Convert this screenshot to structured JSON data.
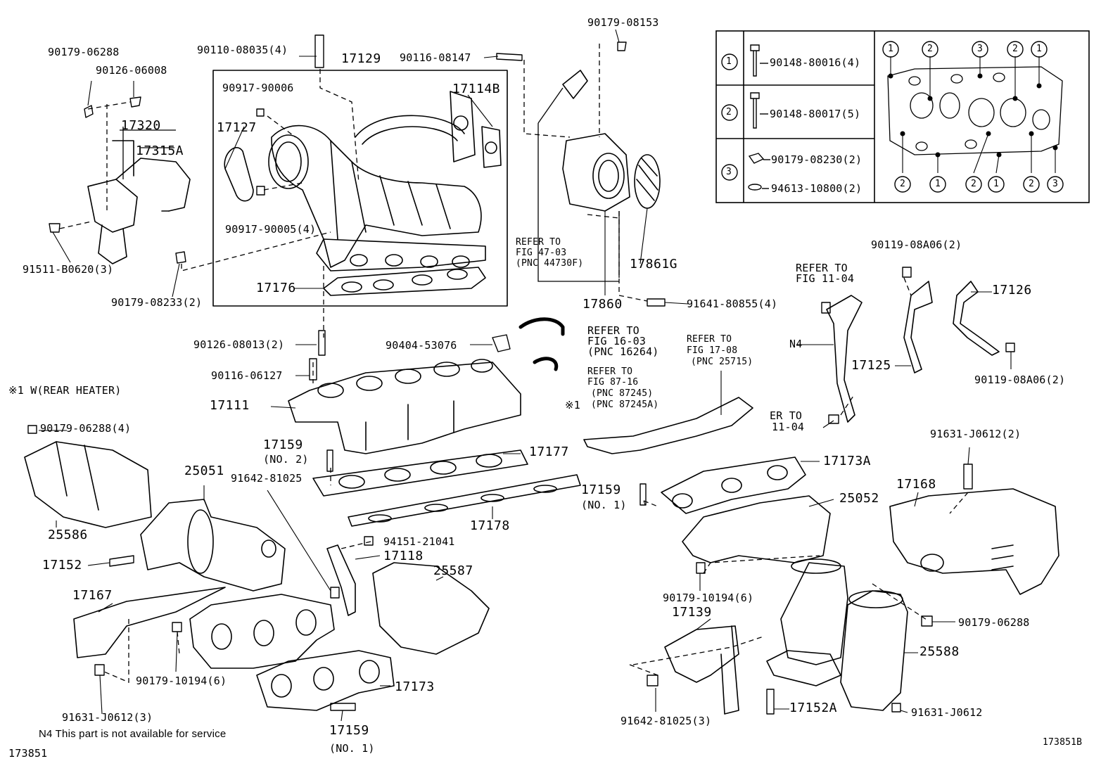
{
  "labels": {
    "p90179_06288_a": "90179-06288",
    "p90126_06008": "90126-06008",
    "p17320": "17320",
    "p17315A": "17315A",
    "p91511_B0620": "91511-B0620(3)",
    "p90179_08233": "90179-08233(2)",
    "p90110_08035": "90110-08035(4)",
    "p17129": "17129",
    "p90917_90006": "90917-90006",
    "p17127": "17127",
    "p90917_90005": "90917-90005(4)",
    "p17114B": "17114B",
    "p17176": "17176",
    "p90116_08147": "90116-08147",
    "p90179_08153": "90179-08153",
    "p17860": "17860",
    "p17861G": "17861G",
    "p91641_80855": "91641-80855(4)",
    "refer_47_line1": "REFER TO",
    "refer_47_line2": "FIG 47-03",
    "refer_47_line3": "(PNC 44730F)",
    "p90126_08013": "90126-08013(2)",
    "p90116_06127": "90116-06127",
    "p90404_53076": "90404-53076",
    "refer_16_line1": "REFER TO",
    "refer_16_line2": "FIG 16-03",
    "refer_16_line3": "(PNC 16264)",
    "refer_87_line1": "REFER TO",
    "refer_87_line2": "FIG 87-16",
    "refer_87_line3": "(PNC 87245)",
    "refer_87_line4": "(PNC 87245A)",
    "mark1_b": "※1",
    "refer_17_line1": "REFER TO",
    "refer_17_line2": "FIG 17-08",
    "refer_17_line3": "(PNC 25715)",
    "mark1_note": "※1  W(REAR HEATER)",
    "p17111": "17111",
    "p90179_06288_4": "90179-06288(4)",
    "p17159_no2_a": "17159",
    "p17159_no2_b": "(NO. 2)",
    "p17177": "17177",
    "p91642_81025": "91642-81025",
    "p25051": "25051",
    "p17178": "17178",
    "p17159_no1r_a": "17159",
    "p17159_no1r_b": "(NO. 1)",
    "p25586": "25586",
    "p17152": "17152",
    "p94151_21041": "94151-21041",
    "p17118": "17118",
    "p25587": "25587",
    "p17167": "17167",
    "p90179_10194_l": "90179-10194(6)",
    "p17173": "17173",
    "p91631_J0612_3": "91631-J0612(3)",
    "p17159_no1b_a": "17159",
    "p17159_no1b_b": "(NO. 1)",
    "n4_note": "N4  This part is not available for service",
    "fig_id_left": "173851",
    "fig_id_right": "173851B",
    "p90119_08A06_top": "90119-08A06(2)",
    "refer_11_line1": "REFER TO",
    "refer_11_line2": "FIG 11-04",
    "p17126": "17126",
    "n4_label": "N4",
    "p17125": "17125",
    "p90119_08A06_bot": "90119-08A06(2)",
    "er_to_line1": "ER TO",
    "er_to_line2": "11-04",
    "p91631_J0612_2": "91631-J0612(2)",
    "p17173A": "17173A",
    "p17168": "17168",
    "p25052": "25052",
    "p90179_10194_r": "90179-10194(6)",
    "p90179_06288_b": "90179-06288",
    "p17139": "17139",
    "p25588": "25588",
    "p91642_81025_3": "91642-81025(3)",
    "p17152A": "17152A",
    "p91631_J0612": "91631-J0612"
  },
  "legend_table": {
    "rows": [
      {
        "mark": "1",
        "part": "90148-80016(4)"
      },
      {
        "mark": "2",
        "part": "90148-80017(5)"
      },
      {
        "mark": "3",
        "part_a": "90179-08230(2)",
        "part_b": "94613-10800(2)"
      }
    ],
    "pattern_top": [
      "1",
      "2",
      "3",
      "2",
      "1"
    ],
    "pattern_bottom": [
      "2",
      "1",
      "2",
      "1",
      "2",
      "3"
    ]
  }
}
